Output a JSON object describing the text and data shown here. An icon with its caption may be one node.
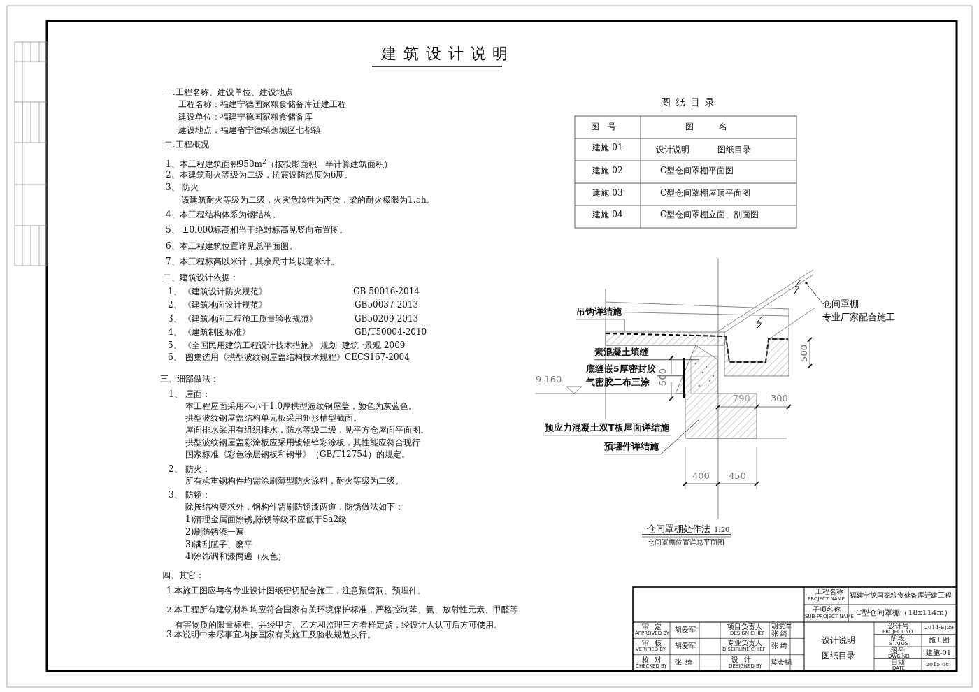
{
  "diagram": {
    "title": "建筑设计说明",
    "nodes": [
      {
        "text": [
          "吊钩详结施"
        ]
      },
      {
        "text": [
          "素混凝土填缝"
        ]
      },
      {
        "text": [
          "底缝嵌5厚密封胶",
          "气密胶二布三涂"
        ]
      },
      {
        "text": [
          "预应力混凝土双T板屋面详结施"
        ]
      },
      {
        "text": [
          "预埋件详结施"
        ]
      },
      {
        "text": [
          "仓间罩棚",
          "专业厂家配合施工"
        ]
      }
    ],
    "edges": [
      {
        "from": 0,
        "to": null,
        "arrow": "none"
      },
      {
        "from": 1,
        "to": null,
        "arrow": "none"
      },
      {
        "from": 2,
        "to": null,
        "arrow": "none"
      },
      {
        "from": 3,
        "to": null,
        "arrow": "none"
      },
      {
        "from": 4,
        "to": null,
        "arrow": "none"
      },
      {
        "from": 5,
        "to": null,
        "arrow": "none"
      }
    ],
    "labels": [
      "一.工程名称、建设单位、建设地点",
      "工程名称：福建宁德国家粮食储备库迁建工程",
      "建设单位：福建宁德国家粮食储备库",
      "建设地点：福建省宁德镇蕉城区七都镇",
      "二.工程概况",
      "1、本工程建筑面积950m$^{2}$（按投影面积一半计算建筑面积）",
      "2、本建筑耐火等级为二级，抗震设防烈度为6度。",
      "3、 防火",
      "该建筑耐火等级为二级，火灾危险性为丙类，梁的耐火极限为1.5h。",
      "4、本工程结构体系为钢结构。",
      "5、 ±0.000标高相当于绝对标高见竖向布置图。",
      "6、本工程建筑位置详见总平面图。",
      "7、本工程标高以米计，其余尺寸均以毫米计。",
      "二、建筑设计依据：",
      "1、",
      "《建筑设计防火规范》",
      "GB 50016-2014",
      "2、",
      "《建筑地面设计规范》",
      "GB50037-2013",
      "3、",
      "《建筑地面工程施工质量验收规范》",
      "GB50209-2013",
      "4、",
      "《建筑制图标准》",
      "GB/T50004-2010",
      "5、",
      "《全国民用建筑工程设计技术措施》 规划 ·建筑 ·景观 2009",
      "6、",
      "图集选用《拱型波纹钢屋盖结构技术规程》CECS167-2004",
      "三、细部做法：",
      "1、",
      "屋面：",
      "本工程屋面采用不小于1.0厚拱型波纹钢屋盖，颜色为灰蓝色。",
      "拱型波纹钢屋盖结构单元板采用矩形槽型截面。",
      "屋面排水采用有组织排水，防水等级二级，见平方仓屋面平面图。",
      "拱型波纹钢屋盖彩涂板应采用镀铝锌彩涂板，其性能应符合现行国家标准《彩色涂层钢板和钢带》（GB/T12754）的规定。",
      "2、",
      "防火：",
      "所有承重钢构件均需涂刷薄型防火涂料，耐火等级为二级。",
      "3、",
      "防锈：",
      "除按结构要求外，钢构件需刷防锈漆两道，防锈做法如下：",
      "1)清理金属面除锈,除锈等级不应低于Sa2级",
      "2)刷防锈漆一遍",
      "3)满刮腻子、磨平",
      "4)涂饰调和漆两遍（灰色）",
      "四、其它：",
      "1.本施工图应与各专业设计图纸密切配合施工，注意预留洞、预埋件。",
      "2.本工程所有建筑材料均应符合国家有关环境保护标准，严格控制苯、氨、放射性元素、甲醛等有害物质的限量标准。并经甲方、乙方和监理三方看样定货，经设计人认可后方可使用。",
      "3.本说明中未尽事宜均按国家有关施工及验收规范执行。",
      "图纸目录",
      "图号",
      "图名",
      "建施 01",
      "设计说明",
      "图纸目录",
      "建施 02",
      "C型仓间罩棚平面图",
      "建施 03",
      "C型仓间罩棚屋顶平面图",
      "建施 04",
      "C型仓间罩棚立面、剖面图",
      "9.160",
      "500",
      "500",
      "790",
      "300",
      "400",
      "450",
      "仓间罩棚处作法",
      "1:20",
      "仓间罩棚位置详总平面图",
      "工程名称",
      "PROJECT NAME",
      "福建宁德国家粮食储备库迁建工程",
      "子项名称",
      "SUB-PROJECT NAME",
      "C型仓间罩棚（18x114m）",
      "审定",
      "APPROVED BY",
      "胡爱军",
      "项目负责人",
      "DESIGN CHIEF",
      "胡爱军",
      "张绮",
      "审核",
      "VERIFIED BY",
      "胡爱军",
      "专业负责人",
      "DISCIPLINE CHIEF",
      "张绮",
      "校对",
      "CHECKED BY",
      "张绮",
      "设计",
      "DESIGNED BY",
      "莫金韬",
      "设计说明",
      "图纸目录",
      "设计号",
      "PROJECT NO.",
      "2014-SJ29",
      "阶段",
      "STATUS",
      "施工图",
      "图号",
      "DWG.NO",
      "建施-01",
      "日期",
      "DATE",
      "2015.08"
    ]
  }
}
